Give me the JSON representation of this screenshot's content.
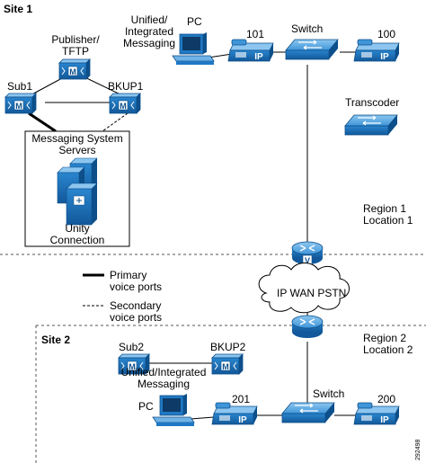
{
  "colors": {
    "device_blue": "#1f78c4",
    "device_blue_light": "#6fb3e6",
    "device_blue_dark": "#0d4f8a",
    "server_blue": "#2a86cf",
    "line": "#000000",
    "dashed_border": "#555555"
  },
  "sites": {
    "site1": "Site 1",
    "site2": "Site 2"
  },
  "site1": {
    "publisher_label": "Publisher/\nTFTP",
    "sub1_label": "Sub1",
    "bkup1_label": "BKUP1",
    "messaging_box_title": "Messaging System\nServers",
    "unity_label": "Unity\nConnection",
    "um_label": "Unified/\nIntegrated\nMessaging",
    "pc_label": "PC",
    "phone_101": "101",
    "switch_label": "Switch",
    "phone_100": "100",
    "transcoder_label": "Transcoder",
    "region_label": "Region 1\nLocation 1"
  },
  "legend": {
    "primary": "Primary\nvoice ports",
    "secondary": "Secondary\nvoice ports"
  },
  "wan": {
    "label": "IP WAN PSTN",
    "router_v_letter": "V"
  },
  "site2": {
    "sub2_label": "Sub2",
    "bkup2_label": "BKUP2",
    "um_label": "Unified/Integrated\nMessaging",
    "pc_label": "PC",
    "phone_201": "201",
    "switch_label": "Switch",
    "phone_200": "200",
    "region_label": "Region 2\nLocation 2"
  },
  "icons": {
    "call_manager": "call-manager-server-icon",
    "ip_phone": "ip-phone-icon",
    "switch": "switch-icon",
    "router": "router-icon",
    "voice_router": "voice-router-icon",
    "server_stack": "server-stack-icon",
    "pc": "pc-icon",
    "cloud": "cloud-icon"
  },
  "ip_text": "IP",
  "cm_letter": "M",
  "figure_id": "292498"
}
